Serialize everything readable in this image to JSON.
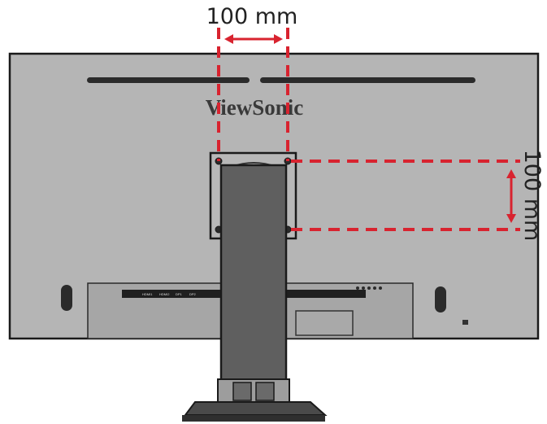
{
  "diagram": {
    "horizontal_dimension_label": "100 mm",
    "vertical_dimension_label": "100 mm",
    "brand_logo_text": "ViewSonic",
    "port_labels": [
      "HDMI1",
      "HDMI2",
      "DP1",
      "DP2"
    ],
    "dashed_guide_color": "#d8232f",
    "bezel_color": "#b5b5b5",
    "stand_color": "#5f5f5f"
  }
}
